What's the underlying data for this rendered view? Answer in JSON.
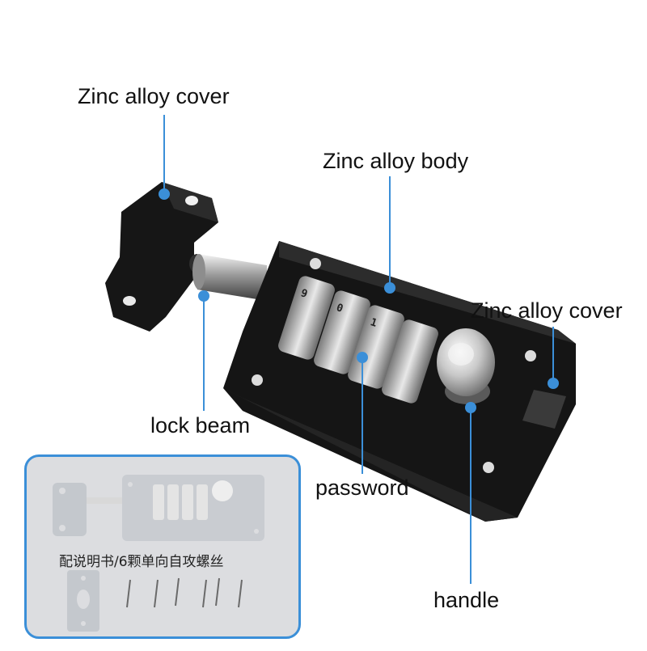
{
  "labels": {
    "cover_left": "Zinc alloy cover",
    "body": "Zinc alloy body",
    "cover_right": "Zinc alloy cover",
    "lock_beam": "lock beam",
    "password": "password",
    "handle": "handle"
  },
  "inset": {
    "caption": "配说明书/6颗单向自攻螺丝"
  },
  "dial_digits": [
    "9",
    "0",
    "1"
  ],
  "colors": {
    "accent": "#3b8fd8",
    "lock_body": "#151515",
    "inset_product": "#c9ccd1"
  }
}
